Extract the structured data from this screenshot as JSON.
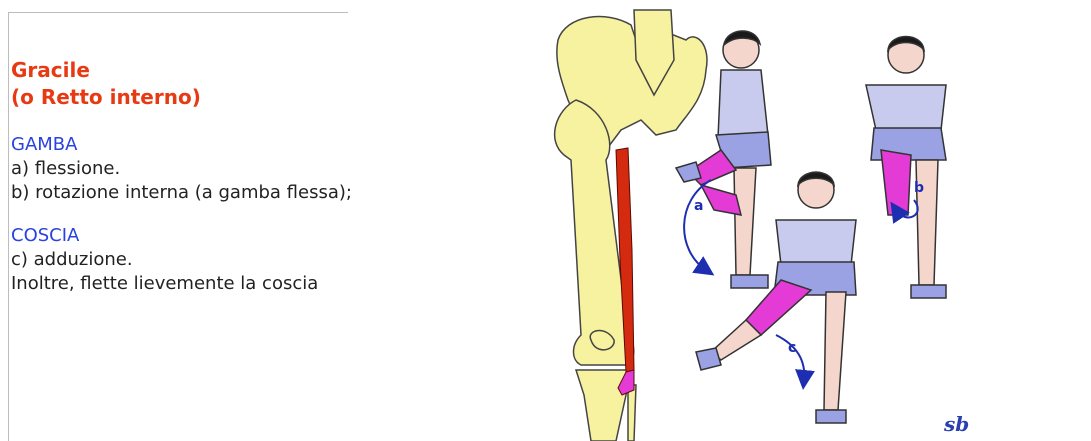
{
  "title": {
    "line1": "Gracile",
    "line2": "(o Retto interno)"
  },
  "sections": [
    {
      "heading": "GAMBA",
      "lines": [
        "a) flessione.",
        "b) rotazione interna (a gamba flessa);"
      ]
    },
    {
      "heading": "COSCIA",
      "lines": [
        "c) adduzione.",
        "Inoltre, flette lievemente la coscia"
      ]
    }
  ],
  "figure": {
    "labels": {
      "a": "a",
      "b": "b",
      "c": "c"
    },
    "signature": "sb"
  },
  "colors": {
    "title": "#e83a12",
    "heading": "#2942e0",
    "bone": "#f7f2a0",
    "muscle": "#d42a10",
    "highlight": "#e43ad6",
    "skin": "#f4d6cc",
    "shirt": "#c8cbed",
    "shorts": "#9aa2e4",
    "arrow": "#1d2fb0"
  }
}
